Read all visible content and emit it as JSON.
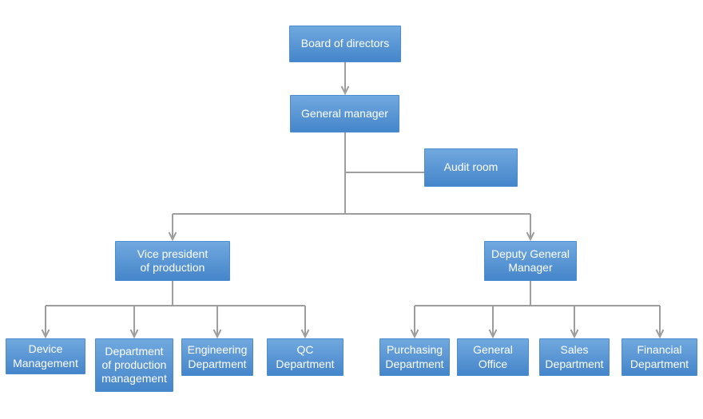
{
  "diagram": {
    "type": "org-chart",
    "colors": {
      "canvas_bg": "#ffffff",
      "node_fill_top": "#71a9df",
      "node_fill_bottom": "#4585ca",
      "node_border": "#4b8bcf",
      "node_text": "#ffffff",
      "connector": "#9d9d9d"
    },
    "nodes": {
      "board": {
        "label": "Board of directors"
      },
      "general_manager": {
        "label": "General manager"
      },
      "audit_room": {
        "label": "Audit room"
      },
      "vice_president": {
        "label": "Vice president\nof production"
      },
      "deputy_general_manager": {
        "label": "Deputy General\nManager"
      },
      "device_management": {
        "label": "Device\nManagement"
      },
      "production_management": {
        "label": "Department\nof production\nmanagement"
      },
      "engineering": {
        "label": "Engineering\nDepartment"
      },
      "qc": {
        "label": "QC\nDepartment"
      },
      "purchasing": {
        "label": "Purchasing\nDepartment"
      },
      "general_office": {
        "label": "General\nOffice"
      },
      "sales": {
        "label": "Sales\nDepartment"
      },
      "financial": {
        "label": "Financial\nDepartment"
      }
    },
    "edges": [
      {
        "from": "board",
        "to": "general_manager",
        "arrow": true
      },
      {
        "from": "general_manager",
        "to": "audit_room",
        "arrow": false
      },
      {
        "from": "general_manager",
        "to": "vice_president",
        "arrow": true
      },
      {
        "from": "general_manager",
        "to": "deputy_general_manager",
        "arrow": true
      },
      {
        "from": "vice_president",
        "to": "device_management",
        "arrow": true
      },
      {
        "from": "vice_president",
        "to": "production_management",
        "arrow": true
      },
      {
        "from": "vice_president",
        "to": "engineering",
        "arrow": true
      },
      {
        "from": "vice_president",
        "to": "qc",
        "arrow": true
      },
      {
        "from": "deputy_general_manager",
        "to": "purchasing",
        "arrow": true
      },
      {
        "from": "deputy_general_manager",
        "to": "general_office",
        "arrow": true
      },
      {
        "from": "deputy_general_manager",
        "to": "sales",
        "arrow": true
      },
      {
        "from": "deputy_general_manager",
        "to": "financial",
        "arrow": true
      }
    ]
  }
}
